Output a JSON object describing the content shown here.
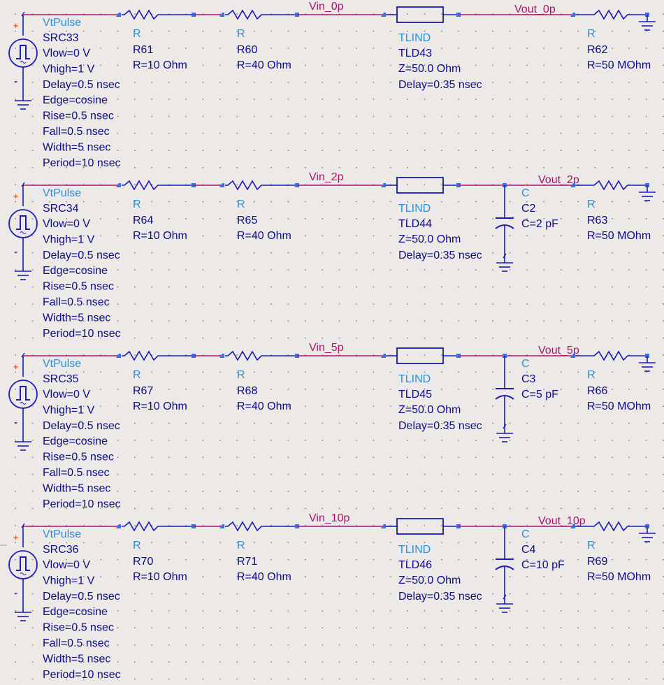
{
  "colors": {
    "background": "#ece9e6",
    "wire_blue": "#1a1ab8",
    "wire_magenta": "#b0106e",
    "component_type": "#2e8fd6",
    "component_text": "#0c0c8a",
    "pin": "#3b6ee8"
  },
  "rows": [
    {
      "source": {
        "type": "VtPulse",
        "name": "SRC33",
        "params": [
          "Vlow=0 V",
          "Vhigh=1 V",
          "Delay=0.5 nsec",
          "Edge=cosine",
          "Rise=0.5 nsec",
          "Fall=0.5 nsec",
          "Width=5 nsec",
          "Period=10 nsec"
        ]
      },
      "r1": {
        "type": "R",
        "name": "R61",
        "value": "R=10 Ohm"
      },
      "r2": {
        "type": "R",
        "name": "R60",
        "value": "R=40 Ohm"
      },
      "net_in": "Vin_0p",
      "tline": {
        "type": "TLIND",
        "name": "TLD43",
        "z": "Z=50.0 Ohm",
        "delay": "Delay=0.35 nsec"
      },
      "net_out": "Vout_0p",
      "cap": null,
      "rload": {
        "type": "R",
        "name": "R62",
        "value": "R=50 MOhm"
      }
    },
    {
      "source": {
        "type": "VtPulse",
        "name": "SRC34",
        "params": [
          "Vlow=0 V",
          "Vhigh=1 V",
          "Delay=0.5 nsec",
          "Edge=cosine",
          "Rise=0.5 nsec",
          "Fall=0.5 nsec",
          "Width=5 nsec",
          "Period=10 nsec"
        ]
      },
      "r1": {
        "type": "R",
        "name": "R64",
        "value": "R=10 Ohm"
      },
      "r2": {
        "type": "R",
        "name": "R65",
        "value": "R=40 Ohm"
      },
      "net_in": "Vin_2p",
      "tline": {
        "type": "TLIND",
        "name": "TLD44",
        "z": "Z=50.0 Ohm",
        "delay": "Delay=0.35 nsec"
      },
      "net_out": "Vout_2p",
      "cap": {
        "type": "C",
        "name": "C2",
        "value": "C=2 pF"
      },
      "rload": {
        "type": "R",
        "name": "R63",
        "value": "R=50 MOhm"
      }
    },
    {
      "source": {
        "type": "VtPulse",
        "name": "SRC35",
        "params": [
          "Vlow=0 V",
          "Vhigh=1 V",
          "Delay=0.5 nsec",
          "Edge=cosine",
          "Rise=0.5 nsec",
          "Fall=0.5 nsec",
          "Width=5 nsec",
          "Period=10 nsec"
        ]
      },
      "r1": {
        "type": "R",
        "name": "R67",
        "value": "R=10 Ohm"
      },
      "r2": {
        "type": "R",
        "name": "R68",
        "value": "R=40 Ohm"
      },
      "net_in": "Vin_5p",
      "tline": {
        "type": "TLIND",
        "name": "TLD45",
        "z": "Z=50.0 Ohm",
        "delay": "Delay=0.35 nsec"
      },
      "net_out": "Vout_5p",
      "cap": {
        "type": "C",
        "name": "C3",
        "value": "C=5 pF"
      },
      "rload": {
        "type": "R",
        "name": "R66",
        "value": "R=50 MOhm"
      }
    },
    {
      "source": {
        "type": "VtPulse",
        "name": "SRC36",
        "params": [
          "Vlow=0 V",
          "Vhigh=1 V",
          "Delay=0.5 nsec",
          "Edge=cosine",
          "Rise=0.5 nsec",
          "Fall=0.5 nsec",
          "Width=5 nsec",
          "Period=10 nsec"
        ]
      },
      "r1": {
        "type": "R",
        "name": "R70",
        "value": "R=10 Ohm"
      },
      "r2": {
        "type": "R",
        "name": "R71",
        "value": "R=40 Ohm"
      },
      "net_in": "Vin_10p",
      "tline": {
        "type": "TLIND",
        "name": "TLD46",
        "z": "Z=50.0 Ohm",
        "delay": "Delay=0.35 nsec"
      },
      "net_out": "Vout_10p",
      "cap": {
        "type": "C",
        "name": "C4",
        "value": "C=10 pF"
      },
      "rload": {
        "type": "R",
        "name": "R69",
        "value": "R=50 MOhm"
      }
    }
  ]
}
